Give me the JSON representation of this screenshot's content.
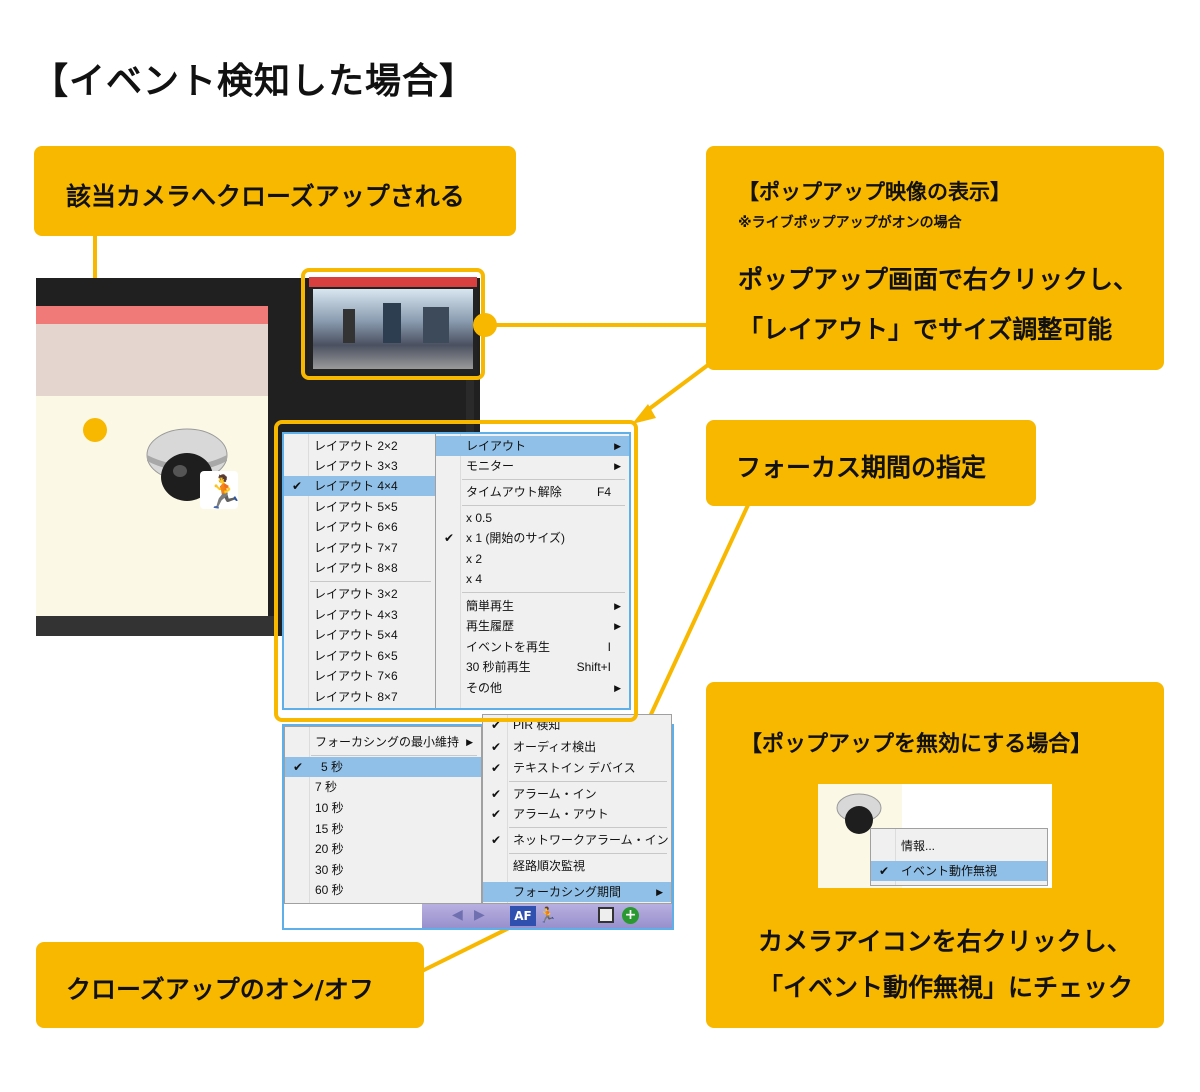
{
  "title": "【イベント検知した場合】",
  "callouts": {
    "closeup": "該当カメラへクローズアップされる",
    "popup_head": "【ポップアップ映像の表示】",
    "popup_note": "※ライブポップアップがオンの場合",
    "popup_line1": "ポップアップ画面で右クリックし、",
    "popup_line2": "「レイアウト」でサイズ調整可能",
    "focus": "フォーカス期間の指定",
    "toggle": "クローズアップのオン/オフ",
    "disable_head": "【ポップアップを無効にする場合】",
    "disable_line1": "カメラアイコンを右クリックし、",
    "disable_line2": "「イベント動作無視」にチェック"
  },
  "layout_menu": {
    "group1": [
      "レイアウト 2×2",
      "レイアウト 3×3",
      "レイアウト 4×4",
      "レイアウト 5×5",
      "レイアウト 6×6",
      "レイアウト 7×7",
      "レイアウト 8×8"
    ],
    "group2": [
      "レイアウト 3×2",
      "レイアウト 4×3",
      "レイアウト 5×4",
      "レイアウト 6×5",
      "レイアウト 7×6",
      "レイアウト 8×7"
    ]
  },
  "context_menu": {
    "layout": "レイアウト",
    "monitor": "モニター",
    "timeout": "タイムアウト解除",
    "timeout_key": "F4",
    "x05": "x 0.5",
    "x1": "x 1 (開始のサイズ)",
    "x2": "x 2",
    "x4": "x 4",
    "easy_play": "簡単再生",
    "history": "再生履歴",
    "event_play": "イベントを再生",
    "event_key": "I",
    "sec30": "30 秒前再生",
    "sec30_key": "Shift+I",
    "other": "その他"
  },
  "focus_menu": {
    "min_keep": "フォーカシングの最小維持",
    "options": [
      "5 秒",
      "7 秒",
      "10 秒",
      "15 秒",
      "20 秒",
      "30 秒",
      "60 秒"
    ]
  },
  "events_menu": {
    "pir": "PIR 検知",
    "audio": "オーディオ検出",
    "text_in": "テキストイン デバイス",
    "alarm_in": "アラーム・イン",
    "alarm_out": "アラーム・アウト",
    "net_alarm": "ネットワークアラーム・イン",
    "route": "経路順次監視",
    "focus_period": "フォーカシング期間"
  },
  "toolbar": {
    "af": "AF"
  },
  "icon_menu": {
    "info": "情報...",
    "ignore": "イベント動作無視"
  },
  "colors": {
    "accent": "#f8b800",
    "highlight": "#90c0e8"
  }
}
